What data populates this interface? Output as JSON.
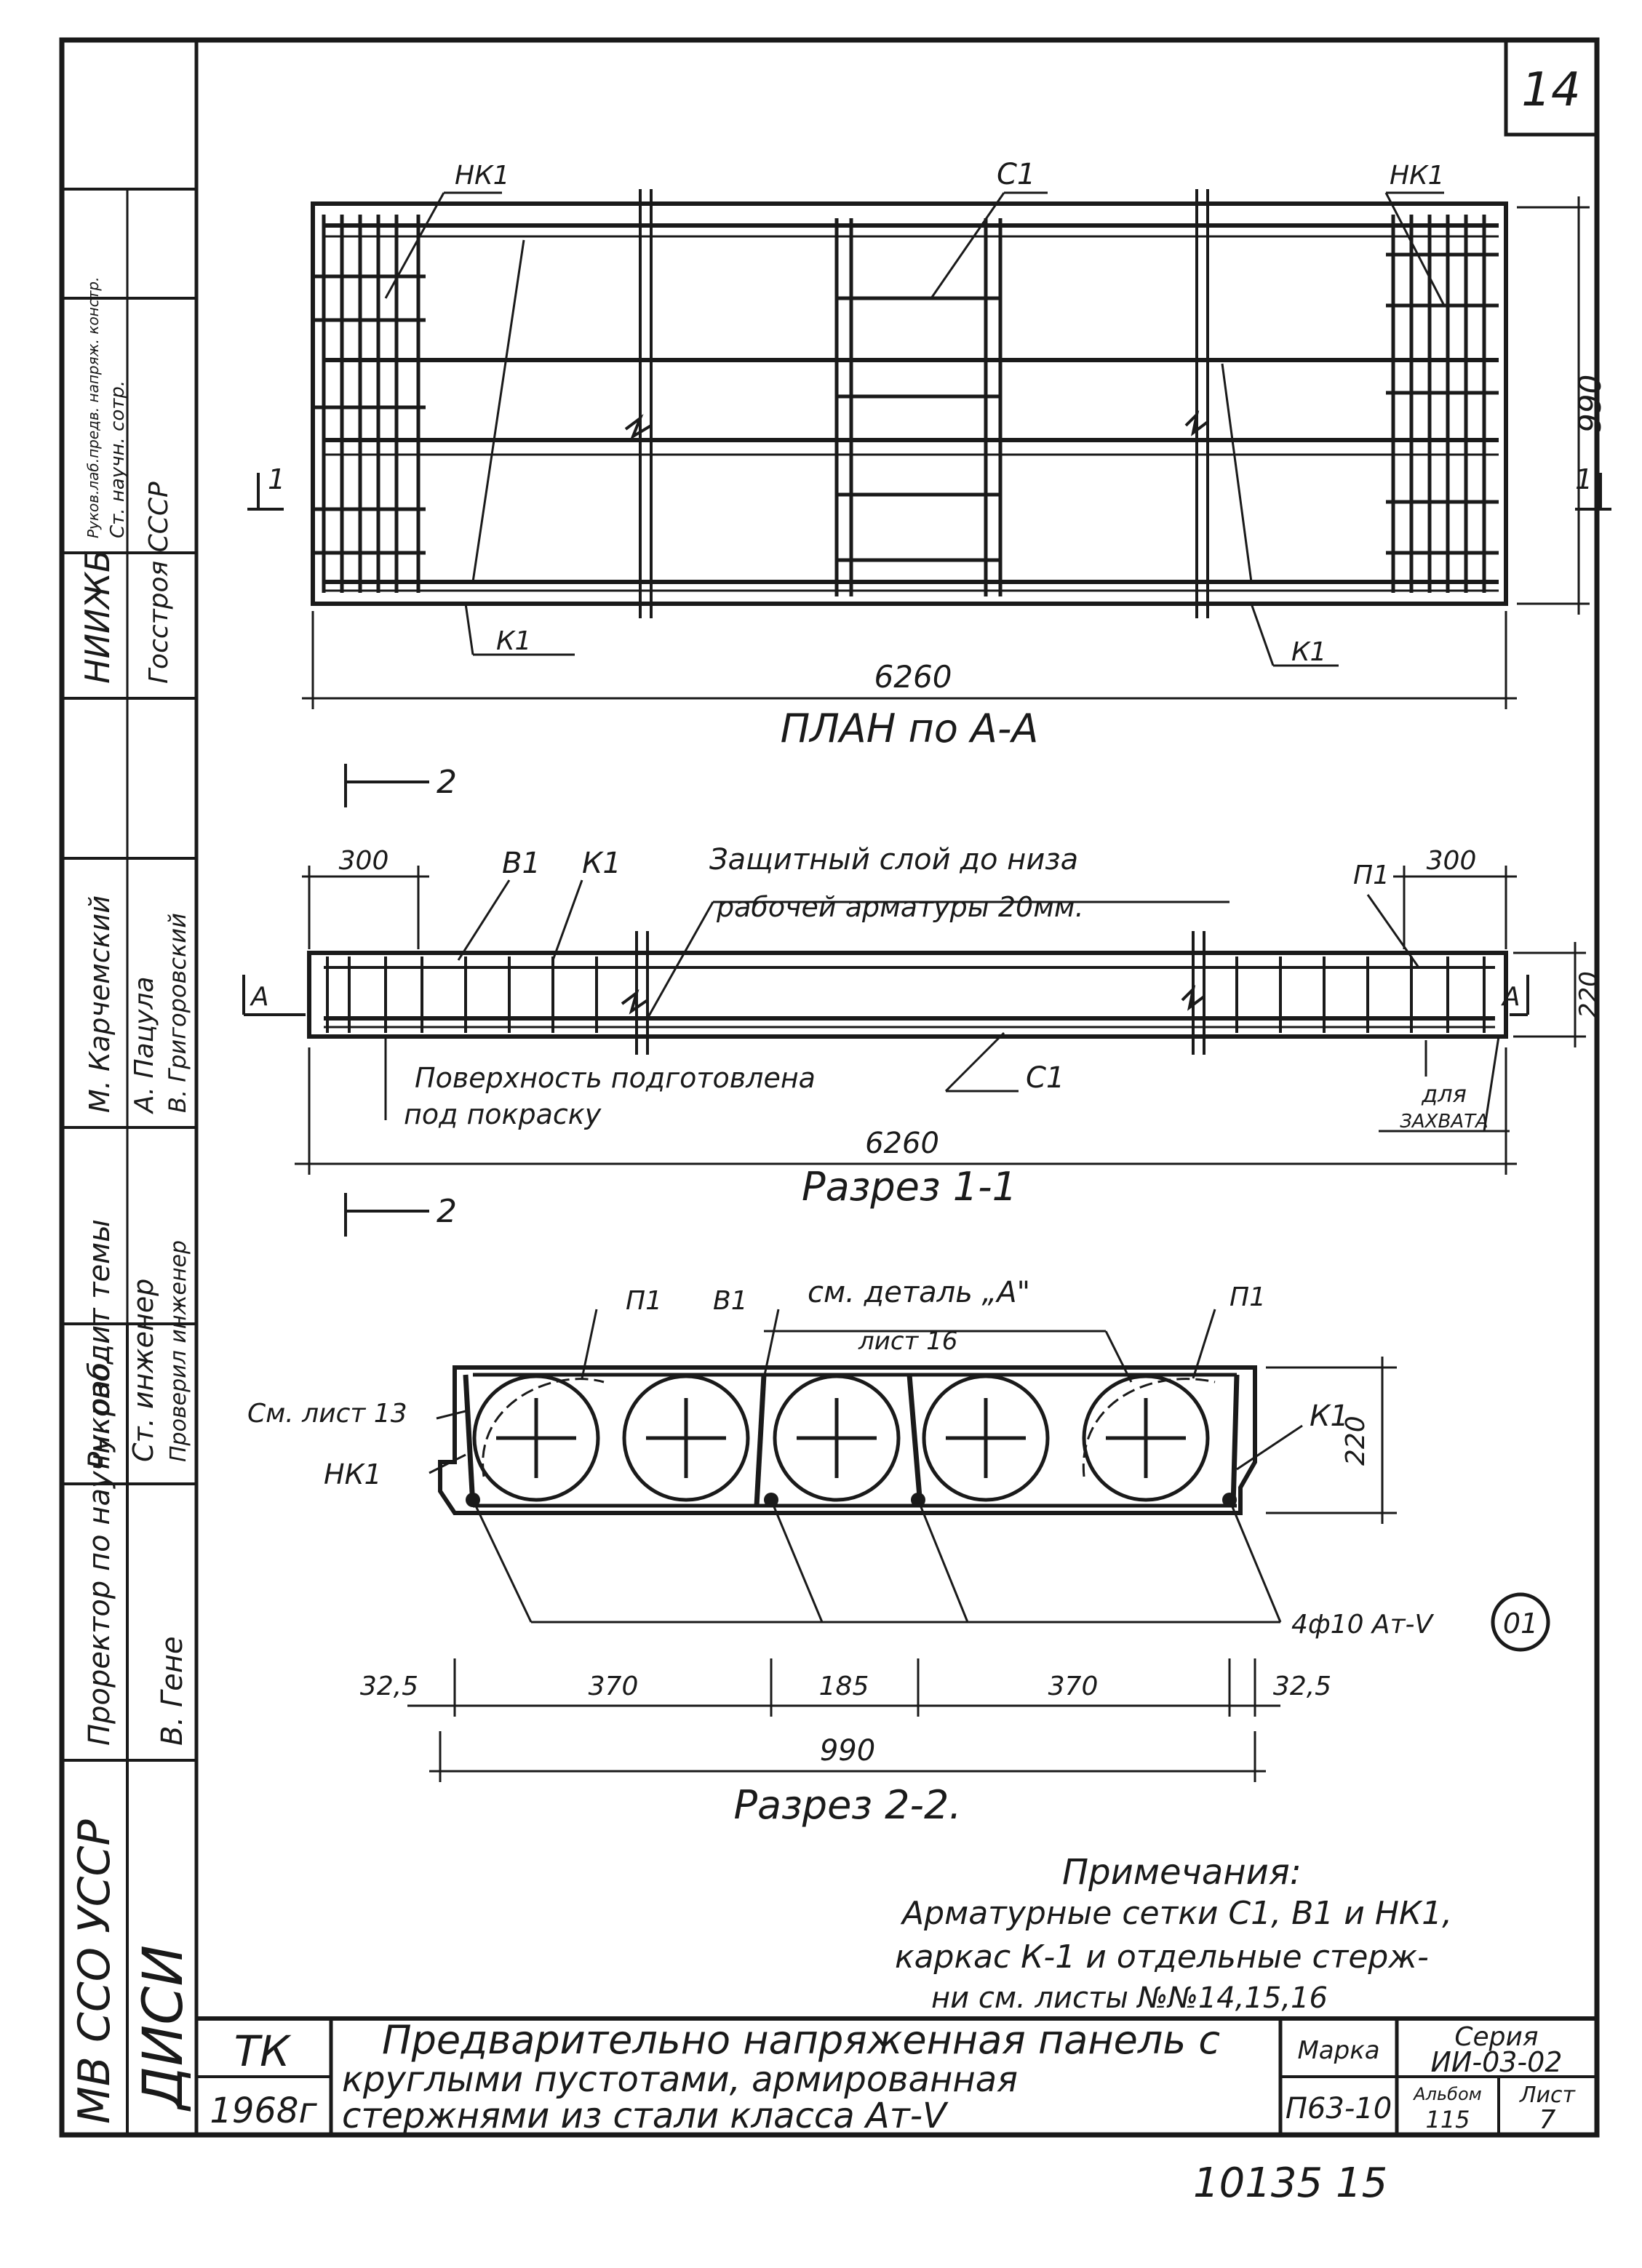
{
  "sheet": {
    "number": "14",
    "footer_number": "10135 15"
  },
  "side_stamp": {
    "organization": "МВ ССО УССР",
    "institute": "ДИСИ",
    "rows": [
      {
        "title": "Проректор по научн. раб.",
        "name": "В. Гене"
      },
      {
        "title": "Руководит темы",
        "name": ""
      },
      {
        "title": "Ст. инженер",
        "name": ""
      },
      {
        "title": "Проверил инженер",
        "name": ""
      },
      {
        "title": "М. Карчемский",
        "name": ""
      },
      {
        "title": "А. Пацула",
        "name": ""
      },
      {
        "title": "В. Григоровский",
        "name": ""
      },
      {
        "title": "НИИЖБ",
        "name": ""
      },
      {
        "title": "Госстроя СССР",
        "name": ""
      },
      {
        "title": "Руков.лаб.предв. напряж. констр.",
        "name": ""
      },
      {
        "title": "Ст. научн. сотр.",
        "name": ""
      }
    ]
  },
  "plan": {
    "title": "ПЛАН по А-А",
    "labels": {
      "nk1_left": "НК1",
      "nk1_right": "НК1",
      "c1": "С1",
      "k1_left": "К1",
      "k1_right": "К1"
    },
    "section_mark": "1",
    "dim_length": "6260",
    "dim_width": "990"
  },
  "section_1": {
    "title": "Разрез 1-1",
    "note_top_line1": "Защитный слой до низа",
    "note_top_line2": "рабочей арматуры 20мм.",
    "note_surface_line1": "Поверхность подготовлена",
    "note_surface_line2": "под покраску",
    "note_grip_line1": "для",
    "note_grip_line2": "ЗАХВАТА",
    "labels": {
      "v1": "В1",
      "k1": "К1",
      "p1": "П1",
      "c1": "С1",
      "a": "А"
    },
    "section_mark": "2",
    "dim_left": "300",
    "dim_right": "300",
    "dim_length": "6260",
    "dim_height": "220"
  },
  "section_2": {
    "title": "Разрез 2-2.",
    "labels": {
      "p1_left": "П1",
      "v1": "В1",
      "p1_right": "П1",
      "k1": "К1",
      "nk1": "НК1",
      "see_sheet": "См. лист 13"
    },
    "detail_line1": "см. деталь „А\"",
    "detail_line2": "лист 16",
    "rebar": "4ф10 Ат-V",
    "rebar_mark": "01",
    "dim_height": "220",
    "dims": [
      "32,5",
      "370",
      "185",
      "370",
      "32,5"
    ],
    "dim_total": "990"
  },
  "notes": {
    "title": "Примечания:",
    "line1": "Арматурные сетки С1, В1 и НК1,",
    "line2": "каркас К-1 и отдельные стерж-",
    "line3": "ни см. листы   №№14,15,16"
  },
  "title_block": {
    "code": "ТК",
    "year": "1968г",
    "desc_line1": "Предварительно напряженная панель с",
    "desc_line2": "круглыми пустотами, армированная",
    "desc_line3": "стержнями из стали класса  Ат-V",
    "marka_label": "Марка",
    "marka_value": "П63-10",
    "series_label": "Серия",
    "series_value": "ИИ-03-02",
    "album_label": "Альбом",
    "album_value": "115",
    "sheet_label": "Лист",
    "sheet_value": "7"
  }
}
